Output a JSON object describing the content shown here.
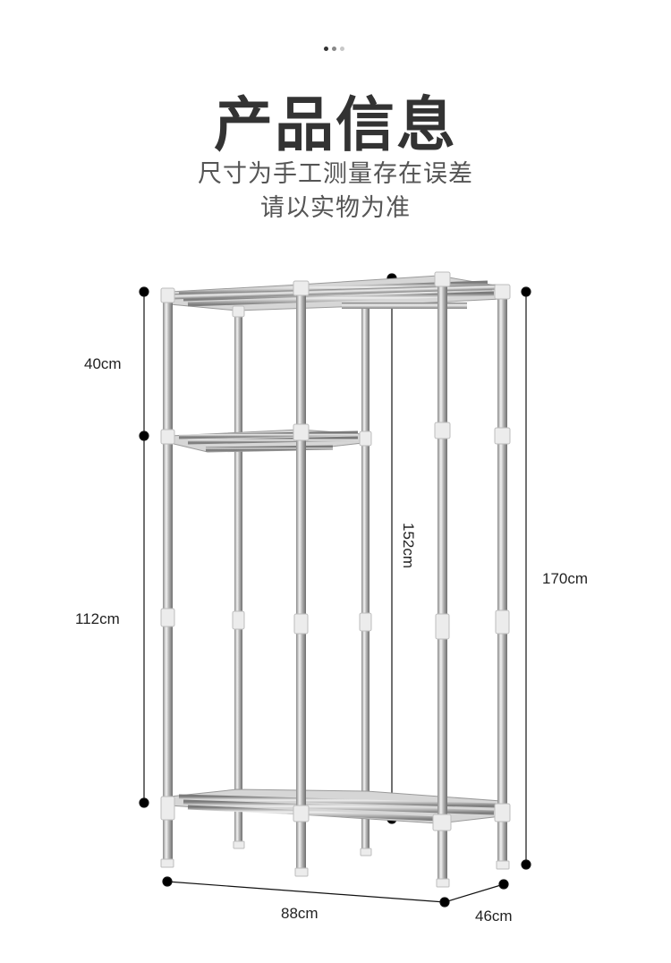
{
  "header": {
    "indicator_colors": [
      "#333333",
      "#888888",
      "#c8c8c8"
    ],
    "title": "产品信息",
    "subtitle_line1": "尺寸为手工测量存在误差",
    "subtitle_line2": "请以实物为准"
  },
  "dimensions": {
    "top_section_height": "40cm",
    "middle_section_height": "112cm",
    "inner_height": "152cm",
    "total_height": "170cm",
    "width": "88cm",
    "depth": "46cm"
  }
}
